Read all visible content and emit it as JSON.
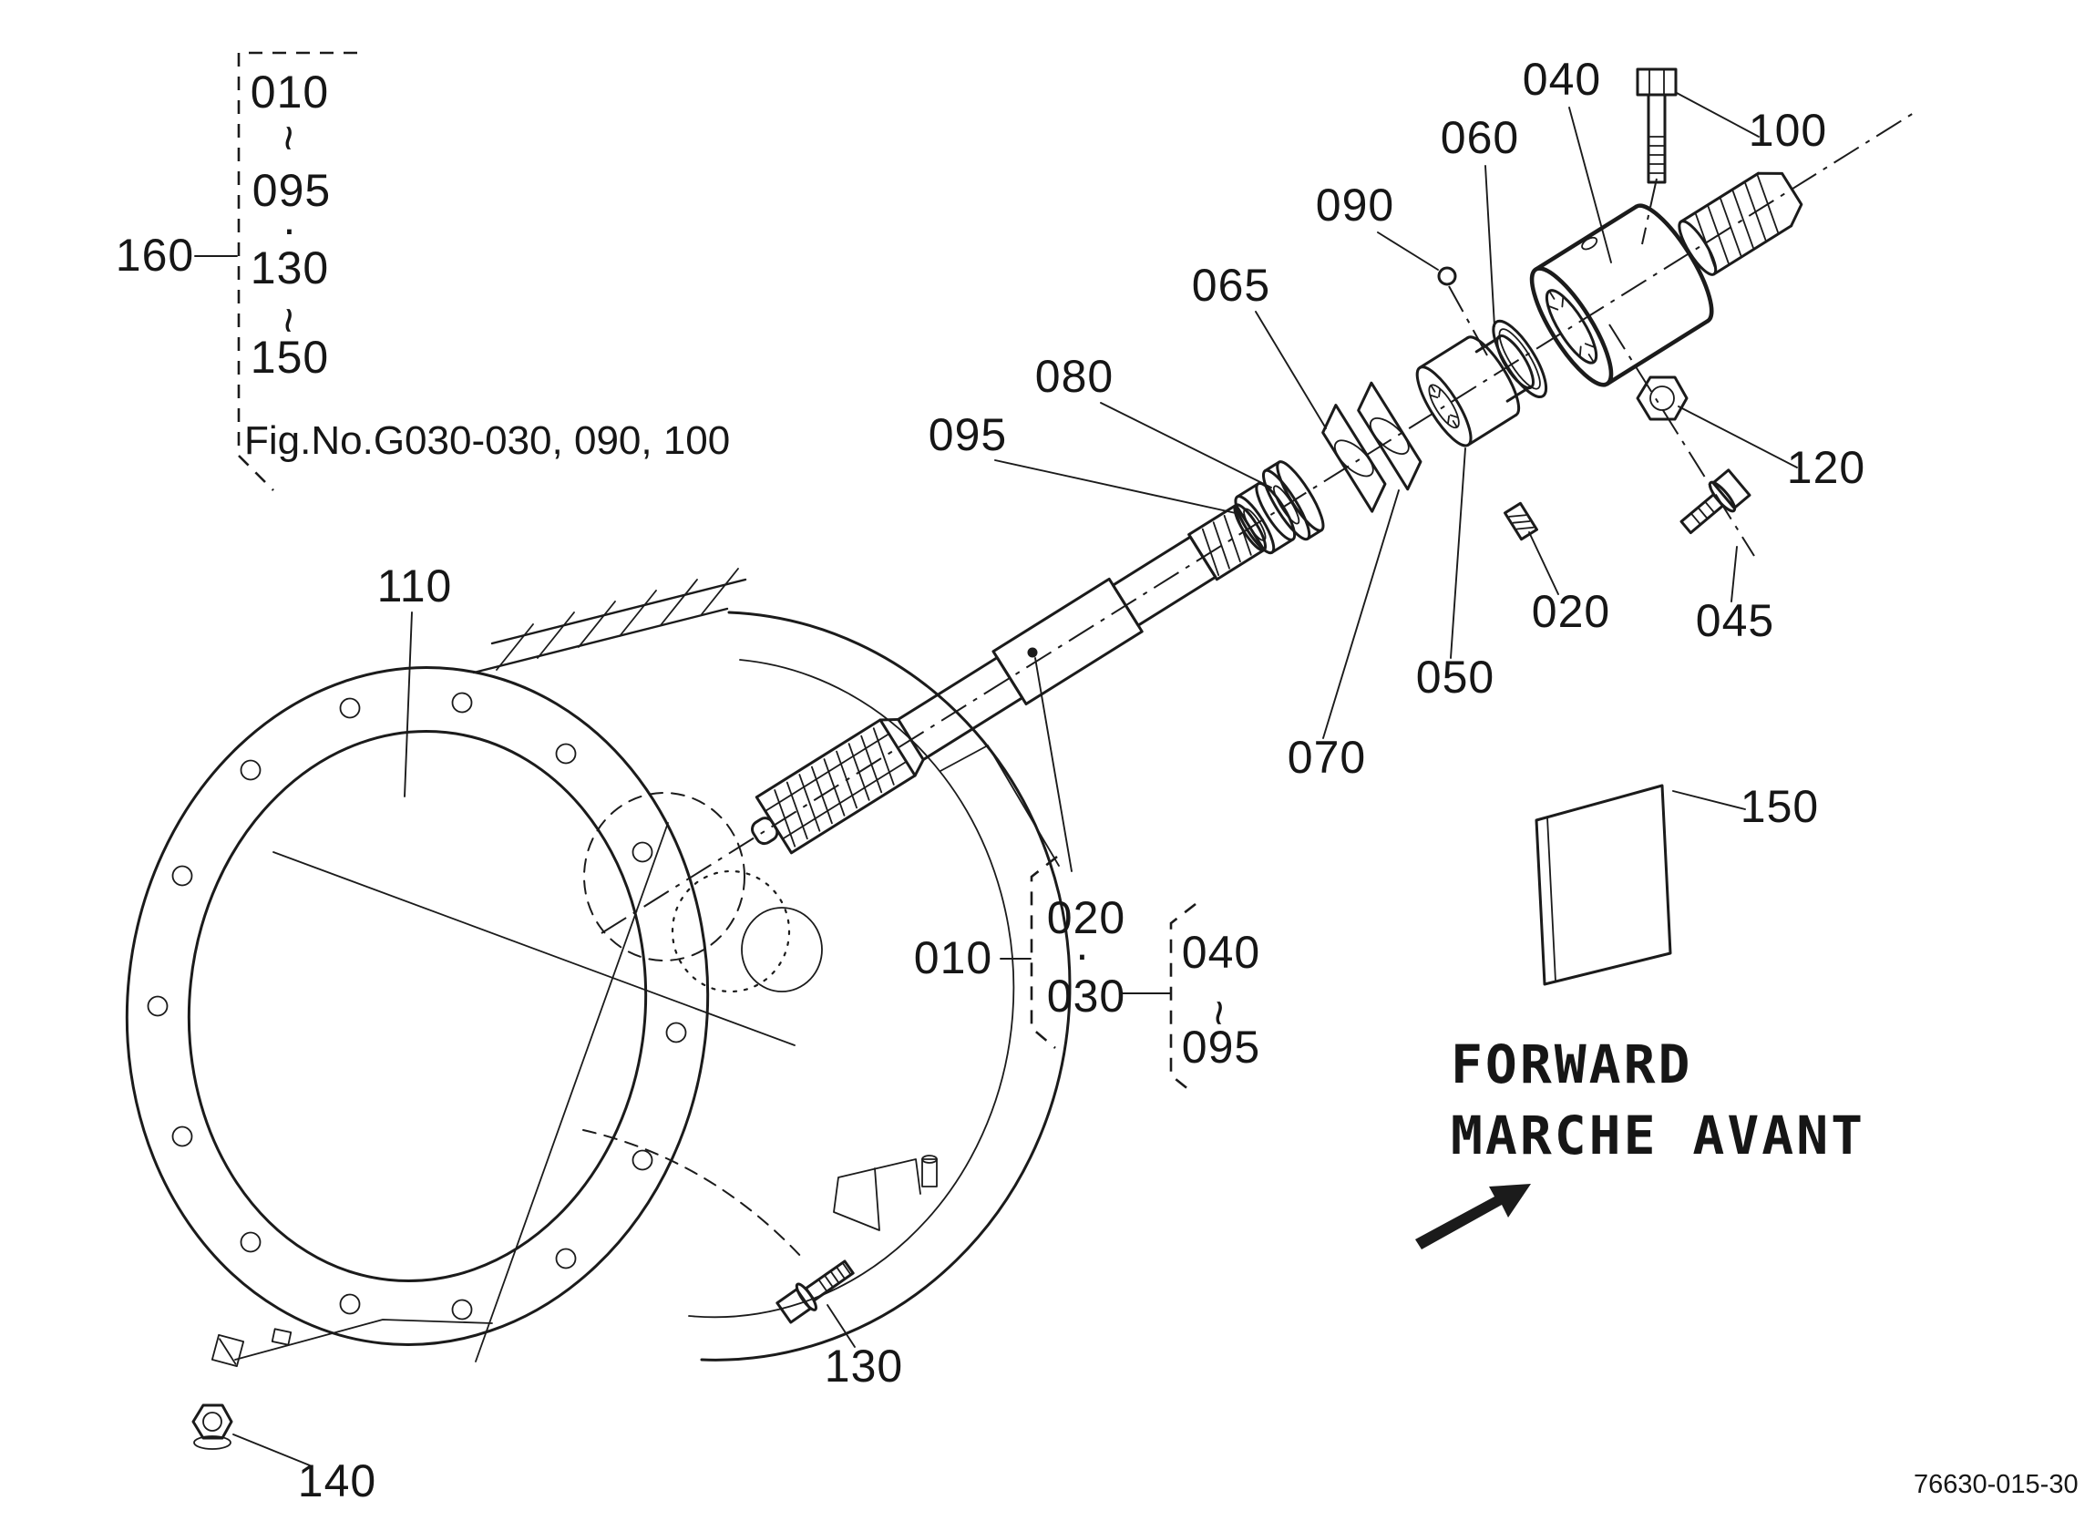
{
  "figure": {
    "fig_ref": "Fig.No.G030-030, 090, 100",
    "drawing_number": "76630-015-30",
    "forward_en": "FORWARD",
    "forward_fr": "MARCHE AVANT"
  },
  "group_160": {
    "label": "160",
    "item_1": "010",
    "tilde_1": "~",
    "item_2": "095",
    "dot": "·",
    "item_3": "130",
    "tilde_2": "~",
    "item_4": "150"
  },
  "group_010": {
    "label": "010",
    "item_1": "020",
    "dot": "·",
    "item_2": "030"
  },
  "group_040": {
    "item_1": "040",
    "tilde": "~",
    "item_2": "095"
  },
  "callouts": {
    "c040": "040",
    "c100": "100",
    "c060": "060",
    "c090": "090",
    "c065": "065",
    "c080": "080",
    "c095": "095",
    "c120": "120",
    "c020": "020",
    "c045": "045",
    "c050": "050",
    "c070": "070",
    "c110": "110",
    "c150": "150",
    "c130": "130",
    "c140": "140"
  }
}
